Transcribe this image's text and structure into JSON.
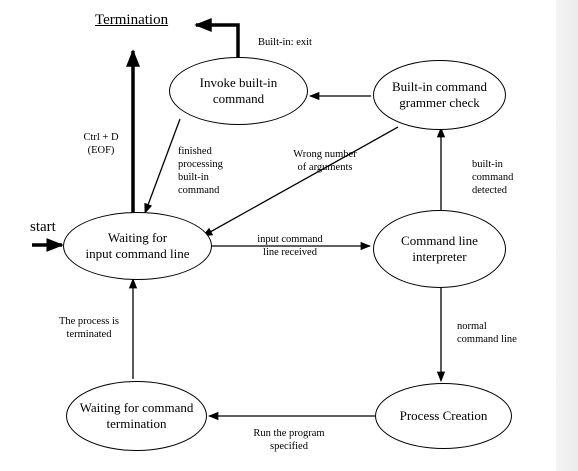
{
  "termination": {
    "label": "Termination"
  },
  "start": {
    "label": "start"
  },
  "nodes": {
    "waiting_input": {
      "line1": "Waiting for",
      "line2": "input command line"
    },
    "cli": {
      "line1": "Command line",
      "line2": "interpreter"
    },
    "builtin_check": {
      "line1": "Built-in command",
      "line2": "grammer check"
    },
    "invoke_builtin": {
      "line1": "Invoke built-in",
      "line2": "command"
    },
    "process_creation": {
      "line1": "Process Creation"
    },
    "waiting_termination": {
      "line1": "Waiting for command",
      "line2": "termination"
    }
  },
  "edges": {
    "builtin_exit": {
      "line1": "Built-in: exit"
    },
    "ctrl_d": {
      "line1": "Ctrl + D",
      "line2": "(EOF)"
    },
    "finished": {
      "line1": "finished",
      "line2": "processing",
      "line3": "built-in",
      "line4": "command"
    },
    "wrong_args": {
      "line1": "Wrong number",
      "line2": "of arguments"
    },
    "builtin_detected": {
      "line1": "built-in",
      "line2": "command",
      "line3": "detected"
    },
    "input_received": {
      "line1": "input command",
      "line2": "line received"
    },
    "normal_cmd": {
      "line1": "normal",
      "line2": "command line"
    },
    "run_program": {
      "line1": "Run the program",
      "line2": "specified"
    },
    "process_terminated": {
      "line1": "The process is",
      "line2": "terminated"
    }
  }
}
